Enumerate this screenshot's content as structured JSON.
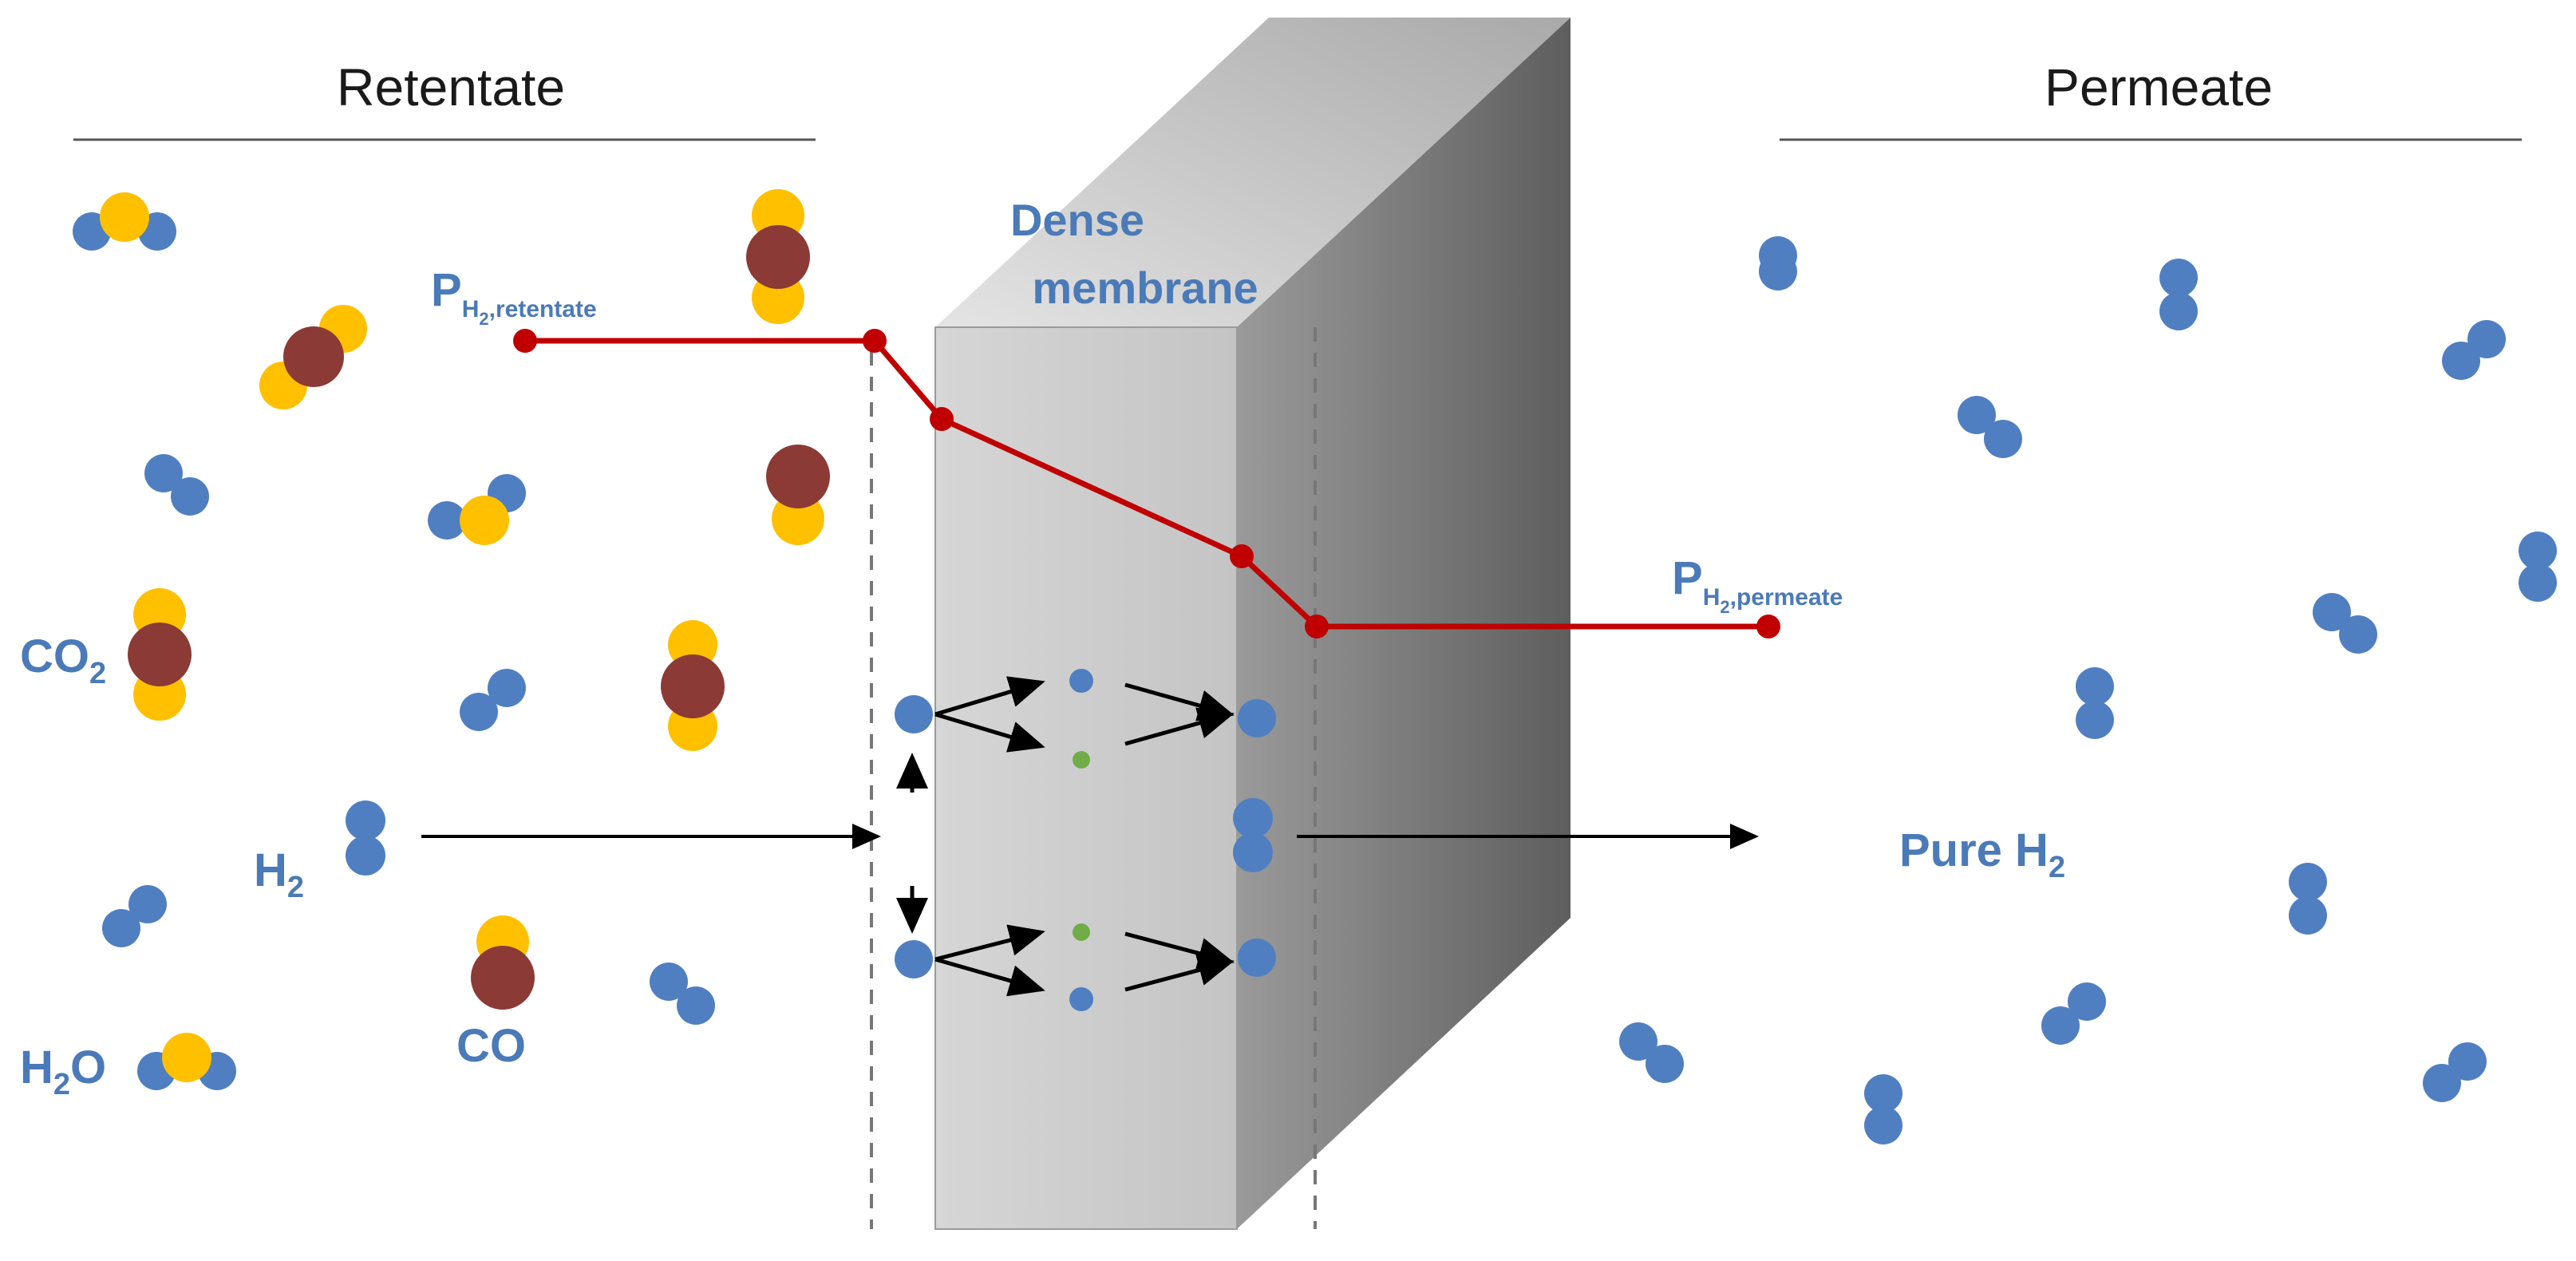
{
  "headers": {
    "retentate": "Retentate",
    "permeate": "Permeate"
  },
  "membrane": {
    "line1": "Dense",
    "line2": "membrane"
  },
  "labels": {
    "p_symbol": "P",
    "h2_sub_h": "H",
    "h2_sub_2": "2",
    "retentate_sub": ",retentate",
    "permeate_sub": ",permeate",
    "co2_main": "CO",
    "co2_sub": "2",
    "h2_main": "H",
    "h2_sub": "2",
    "h2o_h": "H",
    "h2o_2": "2",
    "h2o_o": "O",
    "co": "CO",
    "pure_h2_main": "Pure H",
    "pure_h2_sub": "2"
  },
  "colors": {
    "hydrogen_atom": "#4f7fc1",
    "oxygen_atom": "#ffc000",
    "carbon_atom": "#8b3a35",
    "pressure_profile": "#c00000",
    "dissociated_atom": "#70ad47",
    "text_blue": "#4a7ab8"
  },
  "pressure_profile": {
    "high_side": "PH2,retentate",
    "low_side": "PH2,permeate",
    "trend": "decreasing across membrane"
  },
  "species": [
    "H2",
    "CO2",
    "H2O",
    "CO"
  ]
}
